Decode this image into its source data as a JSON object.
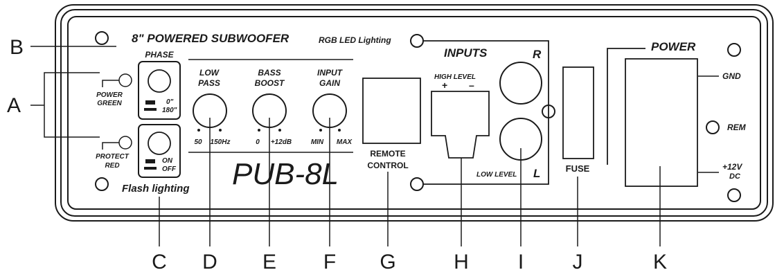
{
  "panel": {
    "title": "8\" POWERED SUBWOOFER",
    "rgb_label": "RGB LED Lighting",
    "model": "PUB-8L",
    "flash_label": "Flash lighting"
  },
  "phase": {
    "title": "PHASE",
    "opt1": "0\"",
    "opt2": "180\""
  },
  "flash_switch": {
    "opt1": "ON",
    "opt2": "OFF"
  },
  "leds": {
    "power_line1": "POWER",
    "power_line2": "GREEN",
    "protect_line1": "PROTECT",
    "protect_line2": "RED"
  },
  "knobs": {
    "low_pass": {
      "line1": "LOW",
      "line2": "PASS",
      "min": "50",
      "max": "150Hz"
    },
    "bass_boost": {
      "line1": "BASS",
      "line2": "BOOST",
      "min": "0",
      "max": "+12dB"
    },
    "input_gain": {
      "line1": "INPUT",
      "line2": "GAIN",
      "min": "MIN",
      "max": "MAX"
    }
  },
  "remote": {
    "line1": "REMOTE",
    "line2": "CONTROL"
  },
  "inputs": {
    "title": "INPUTS",
    "r": "R",
    "l": "L",
    "high_level": "HIGH LEVEL",
    "plus": "+",
    "minus": "–",
    "low_level": "LOW  LEVEL"
  },
  "fuse": "FUSE",
  "power": {
    "title": "POWER",
    "gnd": "GND",
    "rem": "REM",
    "v12": "+12V",
    "dc": "DC"
  },
  "callouts": [
    "A",
    "B",
    "C",
    "D",
    "E",
    "F",
    "G",
    "H",
    "I",
    "J",
    "K"
  ]
}
